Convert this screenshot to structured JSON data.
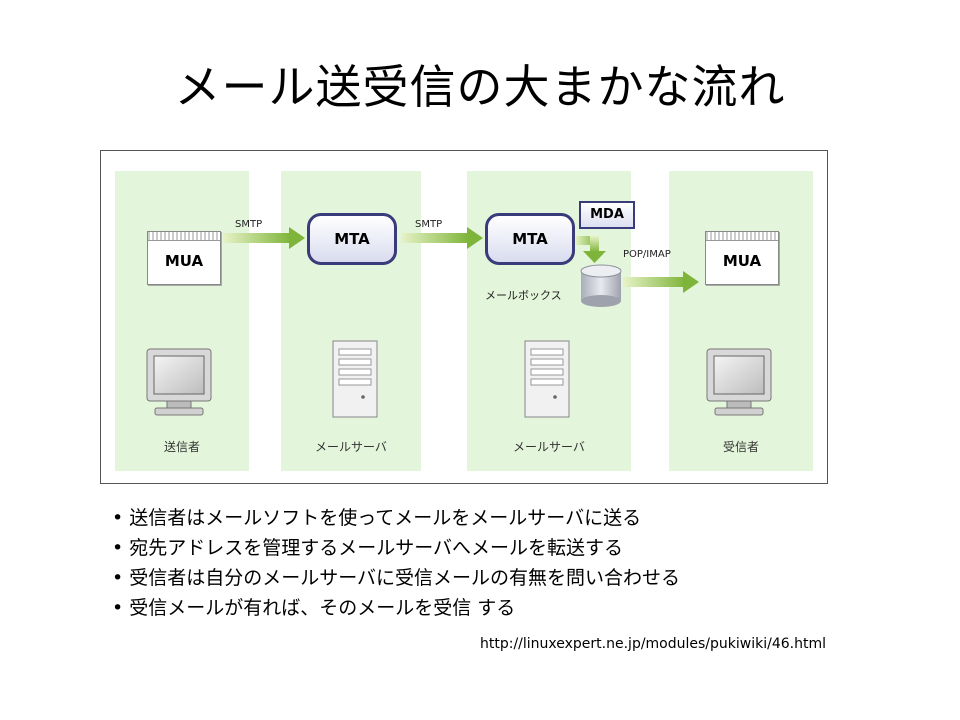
{
  "title": "メール送受信の大まかな流れ",
  "diagram": {
    "columns": [
      "送信者",
      "メールサーバ",
      "メールサーバ",
      "受信者"
    ],
    "mua_label": "MUA",
    "mta_label": "MTA",
    "mda_label": "MDA",
    "smtp_label": "SMTP",
    "pop_imap_label": "POP/IMAP",
    "mailbox_label": "メールボックス"
  },
  "bullets": [
    "送信者はメールソフトを使ってメールをメールサーバに送る",
    "宛先アドレスを管理するメールサーバへメールを転送する",
    "受信者は自分のメールサーバに受信メールの有無を問い合わせる",
    "受信メールが有れば、そのメールを受信 する"
  ],
  "source_url": "http://linuxexpert.ne.jp/modules/pukiwiki/46.html"
}
